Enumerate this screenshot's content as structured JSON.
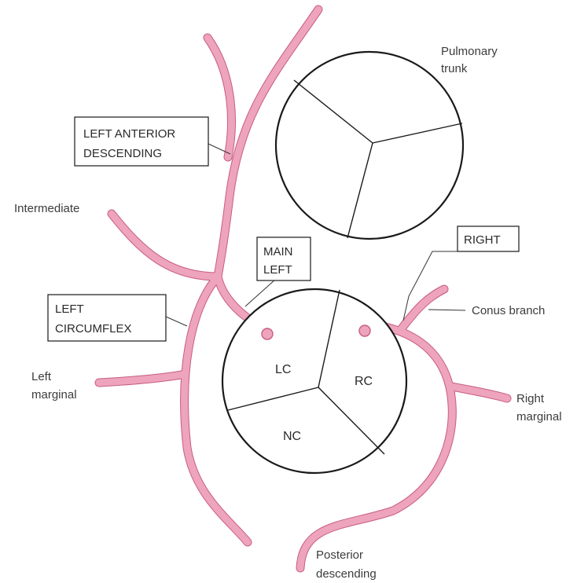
{
  "labels": {
    "pulmonary_line1": "Pulmonary",
    "pulmonary_line2": "trunk",
    "lad_line1": "LEFT ANTERIOR",
    "lad_line2": "DESCENDING",
    "intermediate": "Intermediate",
    "main_left_line1": "MAIN",
    "main_left_line2": "LEFT",
    "right": "RIGHT",
    "conus": "Conus branch",
    "circumflex_line1": "LEFT",
    "circumflex_line2": "CIRCUMFLEX",
    "left_marginal_line1": "Left",
    "left_marginal_line2": "marginal",
    "right_marginal_line1": "Right",
    "right_marginal_line2": "marginal",
    "posterior_line1": "Posterior",
    "posterior_line2": "descending"
  },
  "cusps": {
    "lc": "LC",
    "rc": "RC",
    "nc": "NC"
  },
  "colors": {
    "vessel": "#eda4bc",
    "vessel_edge": "#c85d82",
    "outline": "#1a1a1a"
  }
}
